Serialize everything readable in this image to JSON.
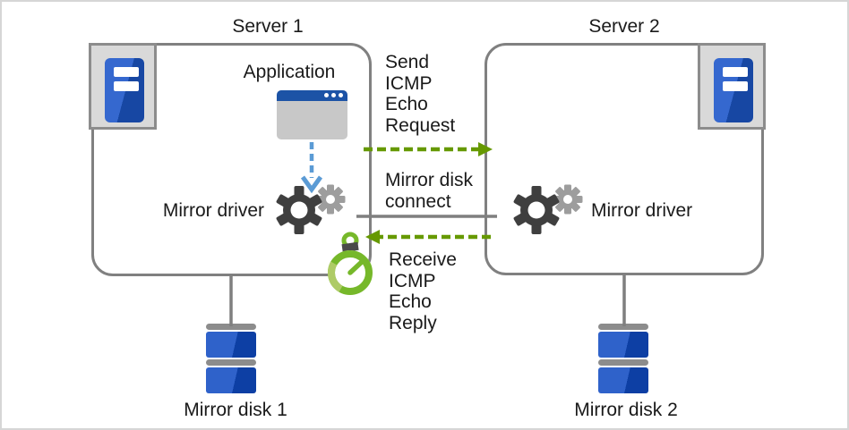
{
  "diagram": {
    "server1": {
      "title": "Server 1",
      "application_label": "Application",
      "driver_label": "Mirror driver",
      "disk_label": "Mirror disk 1"
    },
    "server2": {
      "title": "Server 2",
      "driver_label": "Mirror driver",
      "disk_label": "Mirror disk 2"
    },
    "labels": {
      "send_icmp": "Send\nICMP\nEcho\nRequest",
      "mirror_disk_connect": "Mirror disk\nconnect",
      "receive_icmp": "Receive\nICMP\nEcho\nReply"
    },
    "colors": {
      "arrow_green": "#669900",
      "arrow_blue": "#5b9bd5",
      "line_gray": "#7f7f7f",
      "gear_dark": "#3f3f3f",
      "gear_light": "#9d9d9d",
      "stopwatch_green": "#76b82a",
      "stopwatch_green_light": "#aecb66",
      "stopwatch_button_gray": "#4a4a4a",
      "disk_blue_light": "#2f62ca",
      "disk_blue_dark": "#0d3fa4",
      "window_titlebar_blue": "#1c53a6",
      "server_icon_blue_light": "#3568cf",
      "server_icon_blue_dark": "#1747a3"
    },
    "icons": [
      "server-tower-icon",
      "application-window-icon",
      "gears-icon",
      "stopwatch-icon",
      "mirror-disk-icon"
    ]
  }
}
